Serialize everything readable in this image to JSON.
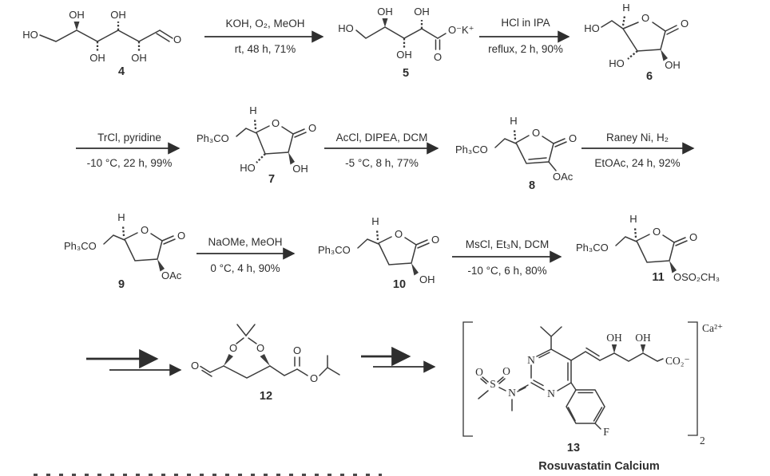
{
  "colors": {
    "product_name": "#3a51a3",
    "structure": "#3c3c3c"
  },
  "labels": {
    "HO": "HO",
    "OH": "OH",
    "O": "O",
    "H": "H",
    "OK": "O⁻K⁺",
    "Ph3CO": "Ph₃CO",
    "OAc": "OAc",
    "OMs": "OSO₂CH₃",
    "N": "N",
    "S": "S",
    "F": "F",
    "Ca": "Ca²⁺",
    "CO2": "CO₂⁻",
    "two": "2"
  },
  "compounds": {
    "c4": {
      "number": "4"
    },
    "c5": {
      "number": "5"
    },
    "c6": {
      "number": "6"
    },
    "c7": {
      "number": "7"
    },
    "c8": {
      "number": "8"
    },
    "c9": {
      "number": "9"
    },
    "c10": {
      "number": "10"
    },
    "c11": {
      "number": "11"
    },
    "c12": {
      "number": "12"
    },
    "c13": {
      "number": "13",
      "name": "Rosuvastatin Calcium"
    }
  },
  "steps": {
    "s1": {
      "above": "KOH, O₂, MeOH",
      "below": "rt, 48 h, 71%"
    },
    "s2": {
      "above": "HCl in IPA",
      "below": "reflux, 2 h, 90%"
    },
    "s3": {
      "above": "TrCl, pyridine",
      "below": "-10 °C, 22 h, 99%"
    },
    "s4": {
      "above": "AcCl, DIPEA, DCM",
      "below": "-5 °C, 8 h, 77%"
    },
    "s5": {
      "above": "Raney Ni, H₂",
      "below": "EtOAc, 24 h, 92%"
    },
    "s6": {
      "above": "NaOMe, MeOH",
      "below": "0 °C, 4 h, 90%"
    },
    "s7": {
      "above": "MsCl, Et₃N, DCM",
      "below": "-10 °C, 6 h, 80%"
    }
  }
}
